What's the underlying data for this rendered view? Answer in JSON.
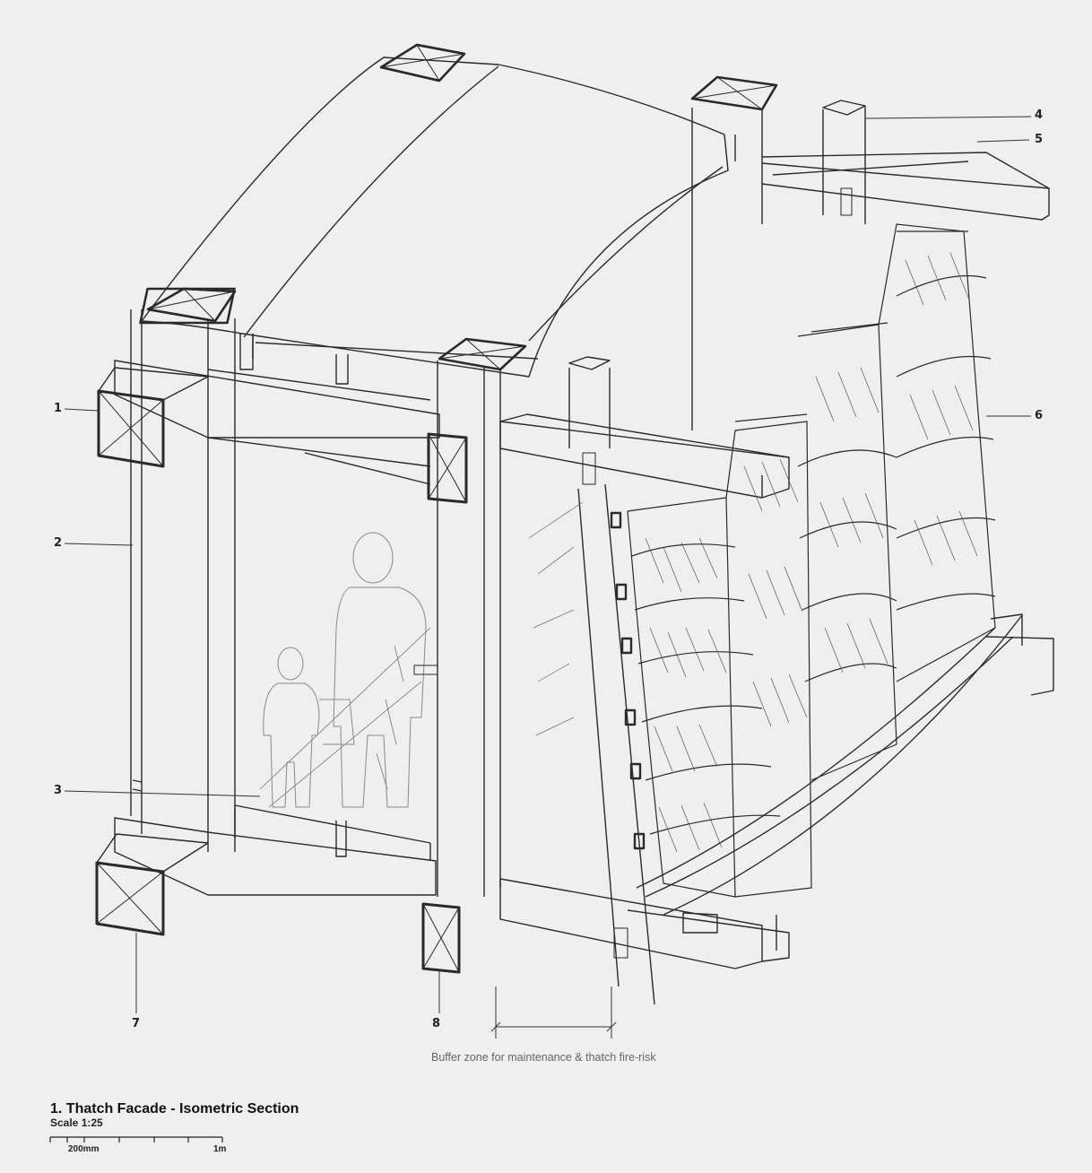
{
  "callouts": [
    "1",
    "2",
    "3",
    "4",
    "5",
    "6",
    "7",
    "8"
  ],
  "buffer_label": "Buffer zone for maintenance & thatch fire-risk",
  "title": "1. Thatch Facade - Isometric Section",
  "scale": "Scale 1:25",
  "scale_bar": {
    "left_label": "200mm",
    "right_label": "1m"
  }
}
